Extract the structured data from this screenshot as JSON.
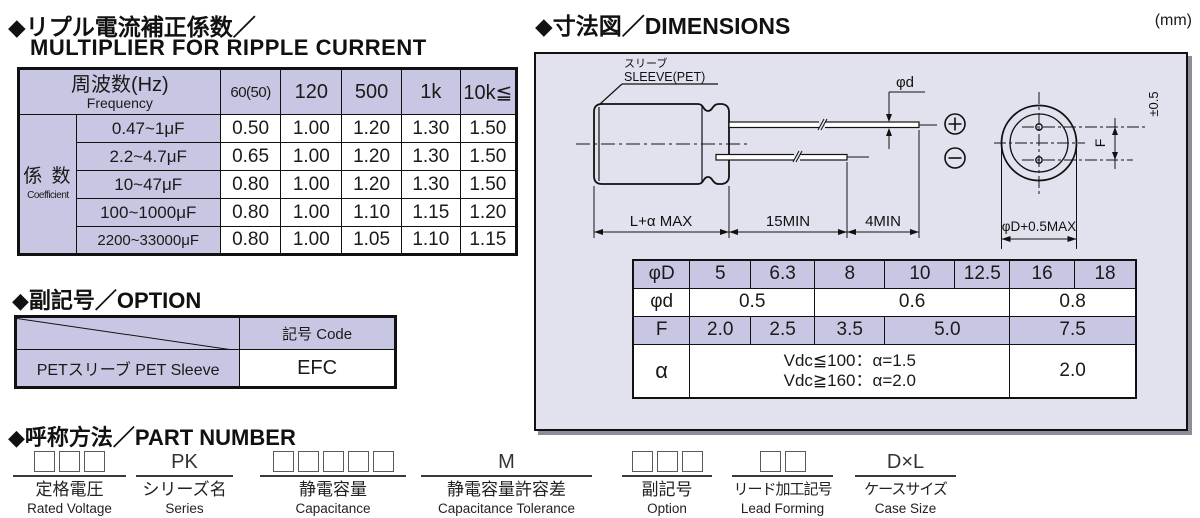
{
  "unit_label": "(mm)",
  "colors": {
    "header_fill": "#c7c7e3",
    "panel_fill": "#e2e2ee",
    "border": "#111111",
    "shadow": "#8d8d99"
  },
  "ripple": {
    "title_jp": "◆リプル電流補正係数／",
    "title_en": "MULTIPLIER FOR RIPPLE CURRENT",
    "freq_label_jp": "周波数(Hz)",
    "freq_label_en": "Frequency",
    "freq_cols": [
      "60(50)",
      "120",
      "500",
      "1k",
      "10k≦"
    ],
    "coeff_label_jp": "係 数",
    "coeff_label_en": "Coefficient",
    "rows": [
      {
        "range": "0.47~1μF",
        "values": [
          "0.50",
          "1.00",
          "1.20",
          "1.30",
          "1.50"
        ]
      },
      {
        "range": "2.2~4.7μF",
        "values": [
          "0.65",
          "1.00",
          "1.20",
          "1.30",
          "1.50"
        ]
      },
      {
        "range": "10~47μF",
        "values": [
          "0.80",
          "1.00",
          "1.20",
          "1.30",
          "1.50"
        ]
      },
      {
        "range": "100~1000μF",
        "values": [
          "0.80",
          "1.00",
          "1.10",
          "1.15",
          "1.20"
        ]
      },
      {
        "range": "2200~33000μF",
        "values": [
          "0.80",
          "1.00",
          "1.05",
          "1.10",
          "1.15"
        ]
      }
    ]
  },
  "option": {
    "title": "◆副記号／OPTION",
    "code_header": "記号 Code",
    "row_name": "PETスリーブ PET Sleeve",
    "row_code": "EFC"
  },
  "dimensions": {
    "title": "◆寸法図／DIMENSIONS",
    "drawing": {
      "sleeve_label_jp": "スリーブ",
      "sleeve_label_en": "SLEEVE(PET)",
      "lead_dia_label": "φd",
      "dim_body": "L+α MAX",
      "dim_lead": "15MIN",
      "dim_tip": "4MIN",
      "f_label": "F",
      "f_tol_label": "±0.5",
      "dia_max_label": "φD+0.5MAX"
    },
    "table": {
      "d_label": "φD",
      "d_values": [
        "5",
        "6.3",
        "8",
        "10",
        "12.5",
        "16",
        "18"
      ],
      "lead_label": "φd",
      "lead_values": [
        "0.5",
        "0.6",
        "0.8"
      ],
      "f_label": "F",
      "f_values": [
        "2.0",
        "2.5",
        "3.5",
        "5.0",
        "7.5"
      ],
      "alpha_label": "α",
      "alpha_note_1": "Vdc≦100：α=1.5",
      "alpha_note_2": "Vdc≧160：α=2.0",
      "alpha_value": "2.0"
    }
  },
  "part_number": {
    "title": "◆呼称方法／PART NUMBER",
    "groups": [
      {
        "symbol": "",
        "boxes": 3,
        "label_jp": "定格電圧",
        "label_en": "Rated Voltage"
      },
      {
        "symbol": "PK",
        "boxes": 0,
        "label_jp": "シリーズ名",
        "label_en": "Series"
      },
      {
        "symbol": "",
        "boxes": 5,
        "label_jp": "静電容量",
        "label_en": "Capacitance"
      },
      {
        "symbol": "M",
        "boxes": 0,
        "label_jp": "静電容量許容差",
        "label_en": "Capacitance Tolerance"
      },
      {
        "symbol": "",
        "boxes": 3,
        "label_jp": "副記号",
        "label_en": "Option"
      },
      {
        "symbol": "",
        "boxes": 2,
        "label_jp": "リード加工記号",
        "label_en": "Lead Forming"
      },
      {
        "symbol": "D×L",
        "boxes": 0,
        "label_jp": "ケースサイズ",
        "label_en": "Case Size"
      }
    ]
  }
}
